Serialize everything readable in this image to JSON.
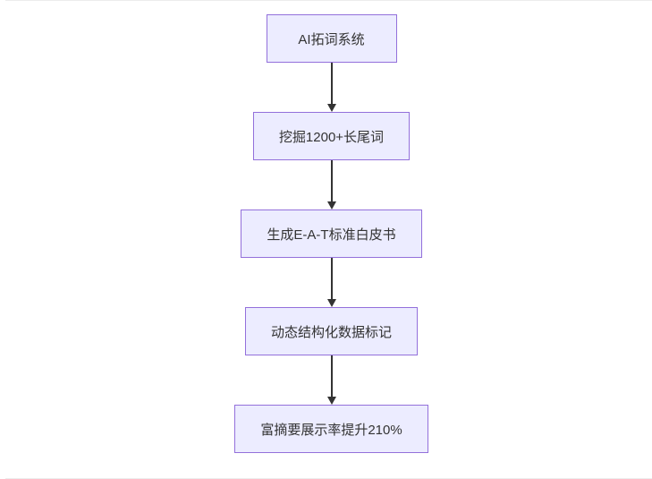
{
  "diagram": {
    "type": "flowchart",
    "direction": "top-down",
    "nodes": [
      {
        "id": "n1",
        "label": "AI拓词系统"
      },
      {
        "id": "n2",
        "label": "挖掘1200+长尾词"
      },
      {
        "id": "n3",
        "label": "生成E-A-T标准白皮书"
      },
      {
        "id": "n4",
        "label": "动态结构化数据标记"
      },
      {
        "id": "n5",
        "label": "富摘要展示率提升210%"
      }
    ],
    "edges": [
      {
        "from": "n1",
        "to": "n2"
      },
      {
        "from": "n2",
        "to": "n3"
      },
      {
        "from": "n3",
        "to": "n4"
      },
      {
        "from": "n4",
        "to": "n5"
      }
    ]
  },
  "colors": {
    "node_fill": "#ECECFF",
    "node_border": "#9370DB",
    "node_text": "#333333",
    "arrow_color": "#333333",
    "background": "#FFFFFF"
  }
}
